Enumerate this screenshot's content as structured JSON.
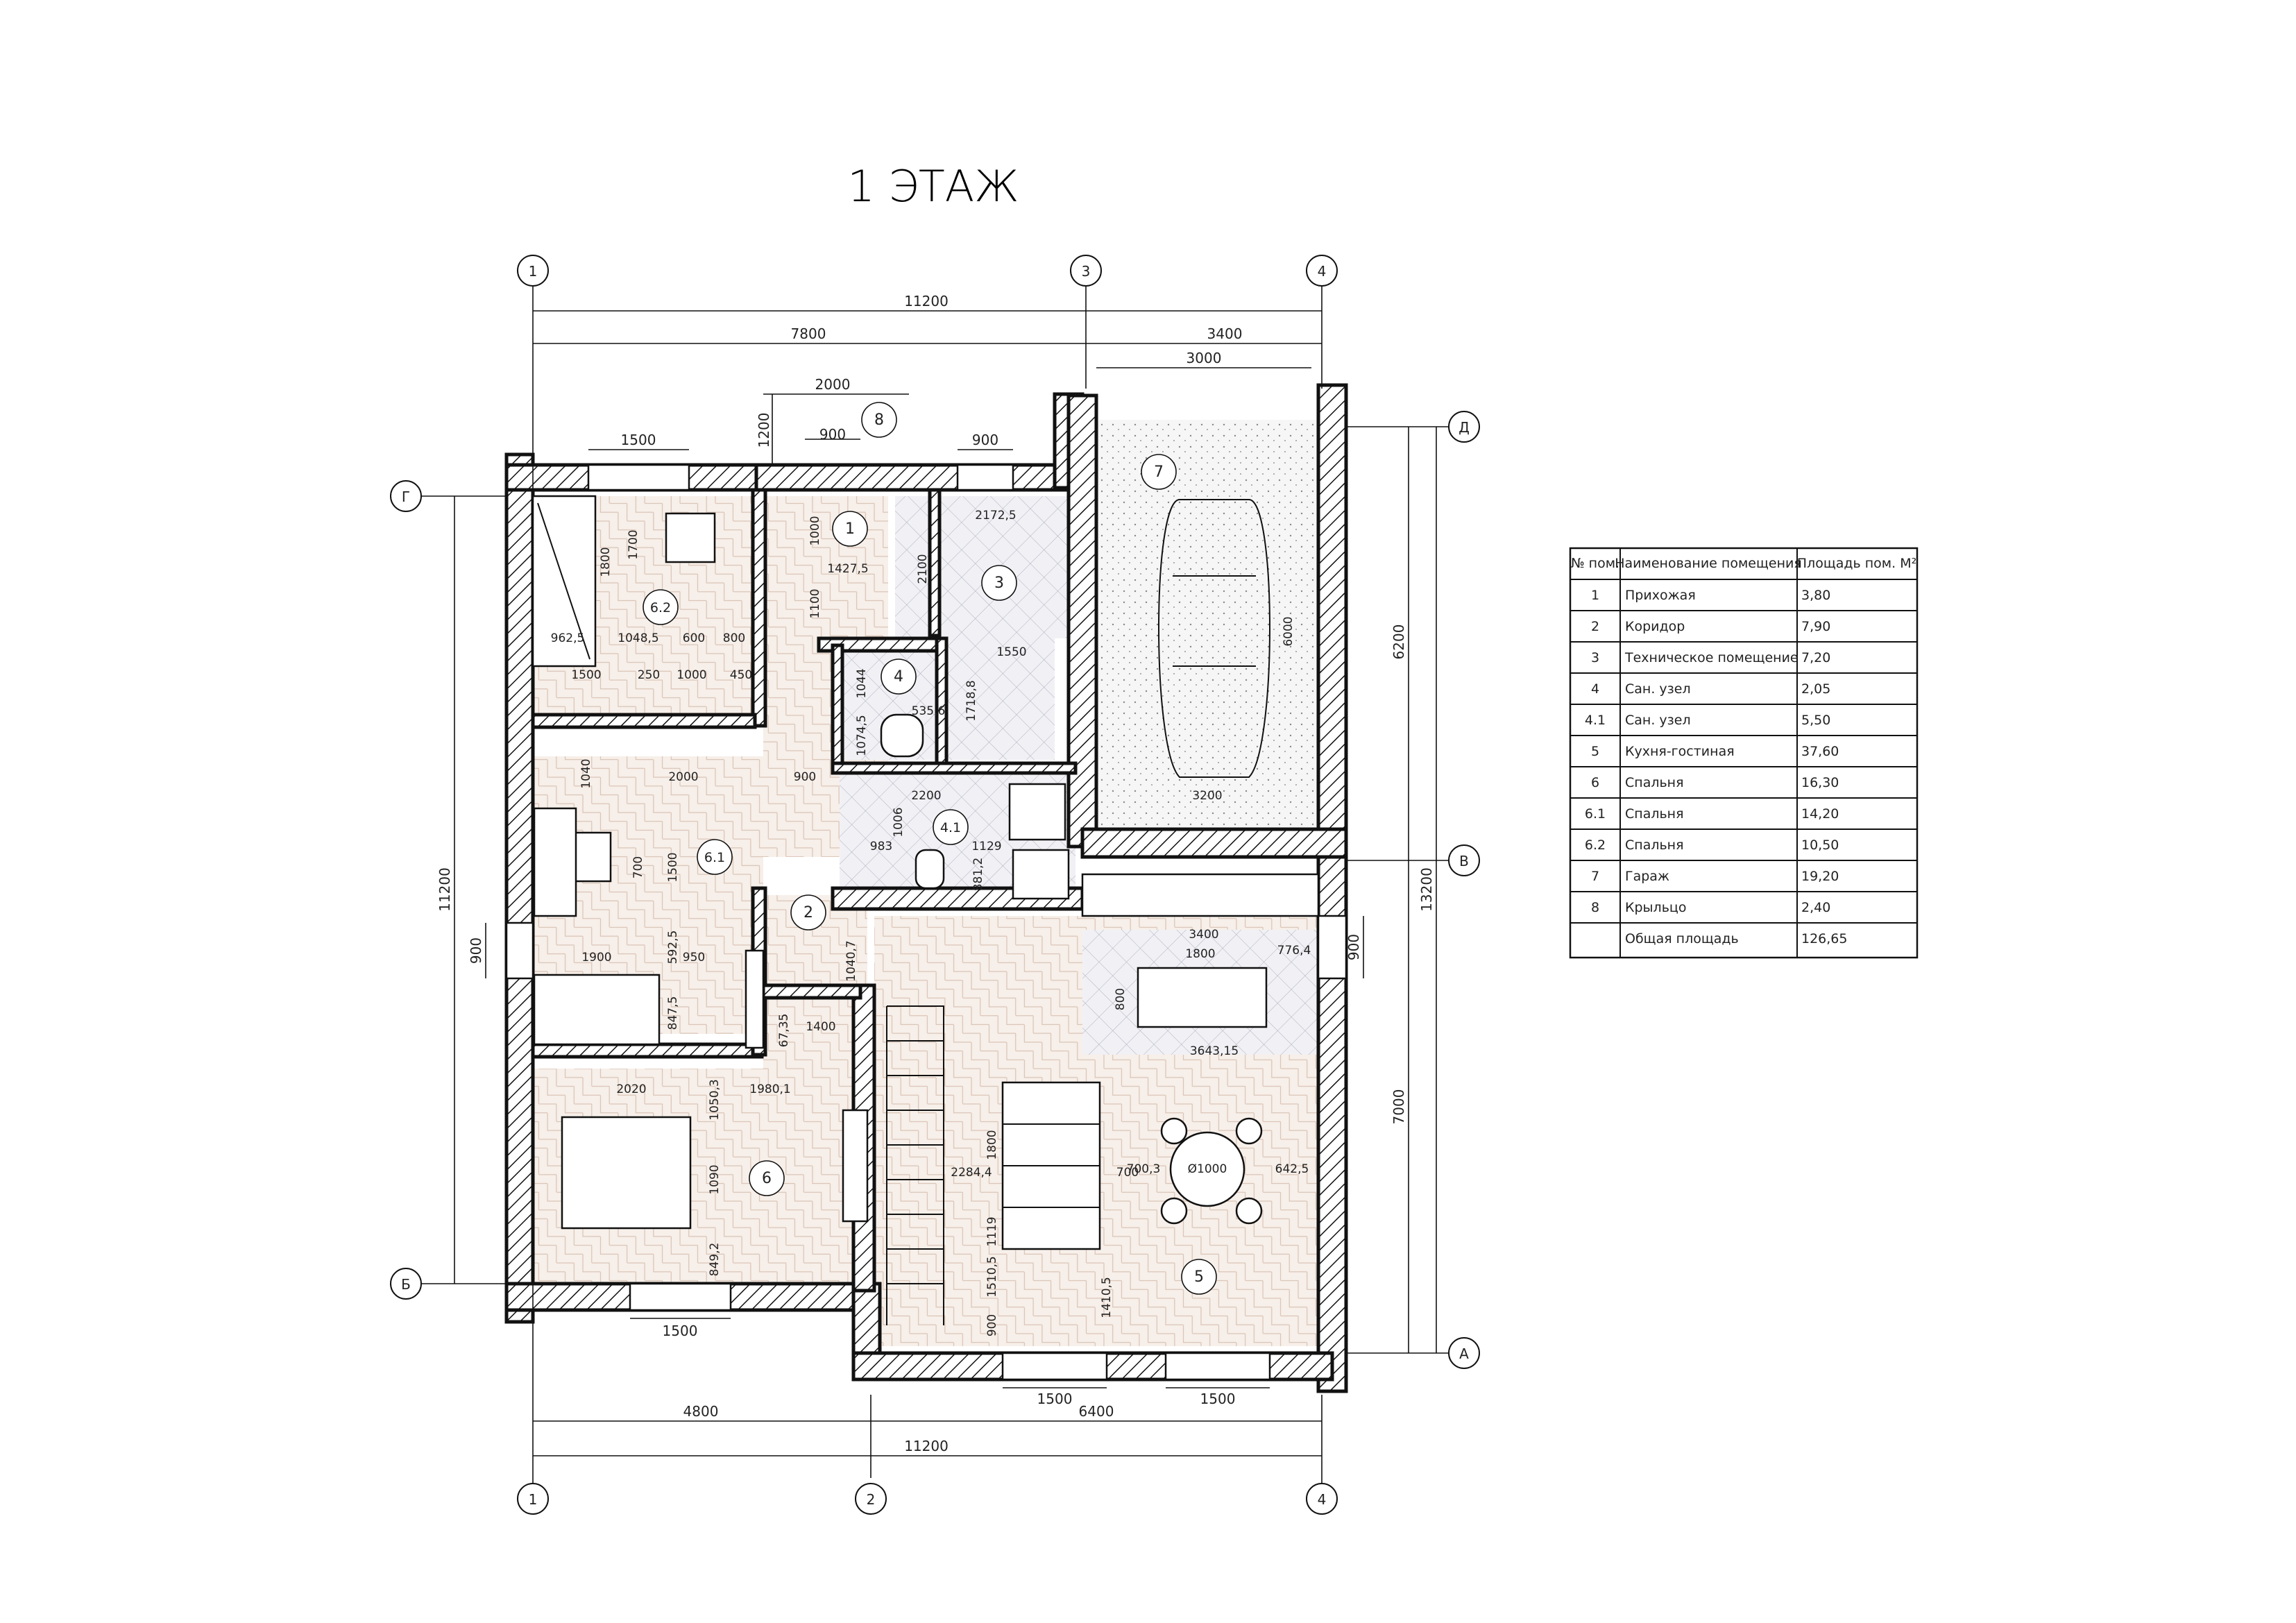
{
  "title": "1 ЭТАЖ",
  "axes": {
    "top": [
      "1",
      "3",
      "4"
    ],
    "bottom": [
      "1",
      "2",
      "4"
    ],
    "left": [
      "Г",
      "Б"
    ],
    "right": [
      "Д",
      "В",
      "А"
    ]
  },
  "dimensions": {
    "overall_width": "11200",
    "left_block": "7800",
    "garage_block": "3400",
    "garage_inner": "3000",
    "porch_width": "2000",
    "porch_depth": "1200",
    "porch_door": "900",
    "win_top_left": "1500",
    "win_top_tech": "900",
    "left_height": "11200",
    "left_window": "900",
    "right_upper": "6200",
    "right_total": "13200",
    "right_lower": "7000",
    "right_window": "900",
    "bottom_left": "4800",
    "bottom_right": "6400",
    "bottom_overall": "11200",
    "win_bottom_left": "1500",
    "win_bottom_mid": "1500",
    "win_bottom_right": "1500",
    "garage_car": "6000",
    "garage_width": "3200"
  },
  "inner_dims": [
    "1800",
    "1700",
    "962,5",
    "1048,5",
    "600",
    "800",
    "1500",
    "250",
    "1000",
    "450",
    "1000",
    "1100",
    "1427,5",
    "2100",
    "2172,5",
    "1550",
    "1044",
    "1718,8",
    "535,6",
    "1074,5",
    "900",
    "2200",
    "1006",
    "1129",
    "881,2",
    "983",
    "1040",
    "2000",
    "700",
    "1500",
    "1900",
    "950",
    "592,5",
    "847,5",
    "1040,7",
    "67,35",
    "1400",
    "1050,3",
    "1980,1",
    "2020",
    "1090",
    "849,2",
    "2284,4",
    "1800",
    "700",
    "1119",
    "1510,5",
    "900",
    "1410,5",
    "3400",
    "776,4",
    "1800",
    "800",
    "3643,15",
    "700,3",
    "642,5",
    "Ø1000"
  ],
  "room_markers": [
    "1",
    "2",
    "3",
    "4",
    "4.1",
    "5",
    "6",
    "6.1",
    "6.2",
    "7",
    "8"
  ],
  "table": {
    "headers": [
      "№ пом.",
      "Наименование помещения",
      "Площадь пом. М²"
    ],
    "rows": [
      {
        "num": "1",
        "name": "Прихожая",
        "area": "3,80"
      },
      {
        "num": "2",
        "name": "Коридор",
        "area": "7,90"
      },
      {
        "num": "3",
        "name": "Техническое помещение",
        "area": "7,20"
      },
      {
        "num": "4",
        "name": "Сан. узел",
        "area": "2,05"
      },
      {
        "num": "4.1",
        "name": "Сан. узел",
        "area": "5,50"
      },
      {
        "num": "5",
        "name": "Кухня-гостиная",
        "area": "37,60"
      },
      {
        "num": "6",
        "name": "Спальня",
        "area": "16,30"
      },
      {
        "num": "6.1",
        "name": "Спальня",
        "area": "14,20"
      },
      {
        "num": "6.2",
        "name": "Спальня",
        "area": "10,50"
      },
      {
        "num": "7",
        "name": "Гараж",
        "area": "19,20"
      },
      {
        "num": "8",
        "name": "Крыльцо",
        "area": "2,40"
      },
      {
        "num": "",
        "name": "Общая площадь",
        "area": "126,65"
      }
    ]
  }
}
